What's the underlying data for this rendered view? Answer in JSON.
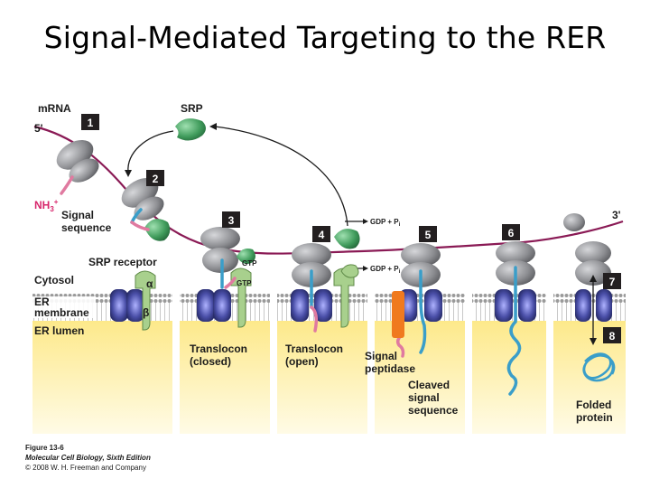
{
  "slide": {
    "title": "Signal-Mediated Targeting to the RER"
  },
  "labels": {
    "mrna": "m",
    "mrna_rest": "RNA",
    "five_prime": "5'",
    "three_prime": "3'",
    "srp": "SRP",
    "nh3": "NH",
    "nh3_sub": "3",
    "nh3_sup": "+",
    "signal": "Signal",
    "sequence": "sequence",
    "srp_receptor": "SRP receptor",
    "cytosol": "Cytosol",
    "er": "ER",
    "membrane": "membrane",
    "er_lumen": "ER lumen",
    "alpha": "α",
    "beta": "β",
    "gtp_top": "GTP",
    "gtp_bottom": "GTP",
    "gdp_pi_1": "GDP + P",
    "gdp_pi_2": "GDP + P",
    "pi_sub": "i",
    "translocon_closed_1": "Translocon",
    "translocon_closed_2": "(closed)",
    "translocon_open_1": "Translocon",
    "translocon_open_2": "(open)",
    "signal_peptidase_1": "Signal",
    "signal_peptidase_2": "peptidase",
    "cleaved_1": "Cleaved",
    "cleaved_2": "signal",
    "cleaved_3": "sequence",
    "folded_1": "Folded",
    "folded_2": "protein"
  },
  "steps": [
    "1",
    "2",
    "3",
    "4",
    "5",
    "6",
    "7",
    "8"
  ],
  "figure_caption": {
    "line1": "Figure 13-6",
    "line2": "Molecular Cell Biology, Sixth Edition",
    "line3": "© 2008 W. H. Freeman and Company"
  },
  "colors": {
    "mrna": "#8a1a55",
    "ribosome": "#8c8d91",
    "srp": "#3f9b5b",
    "receptor": "#a8d08d",
    "translocon": "#4a4fa8",
    "signal_seq": "#e07aa0",
    "peptide": "#3a9ec9",
    "peptidase": "#f07a1e",
    "step_box": "#231f20",
    "lumen": "#fff2b0"
  }
}
